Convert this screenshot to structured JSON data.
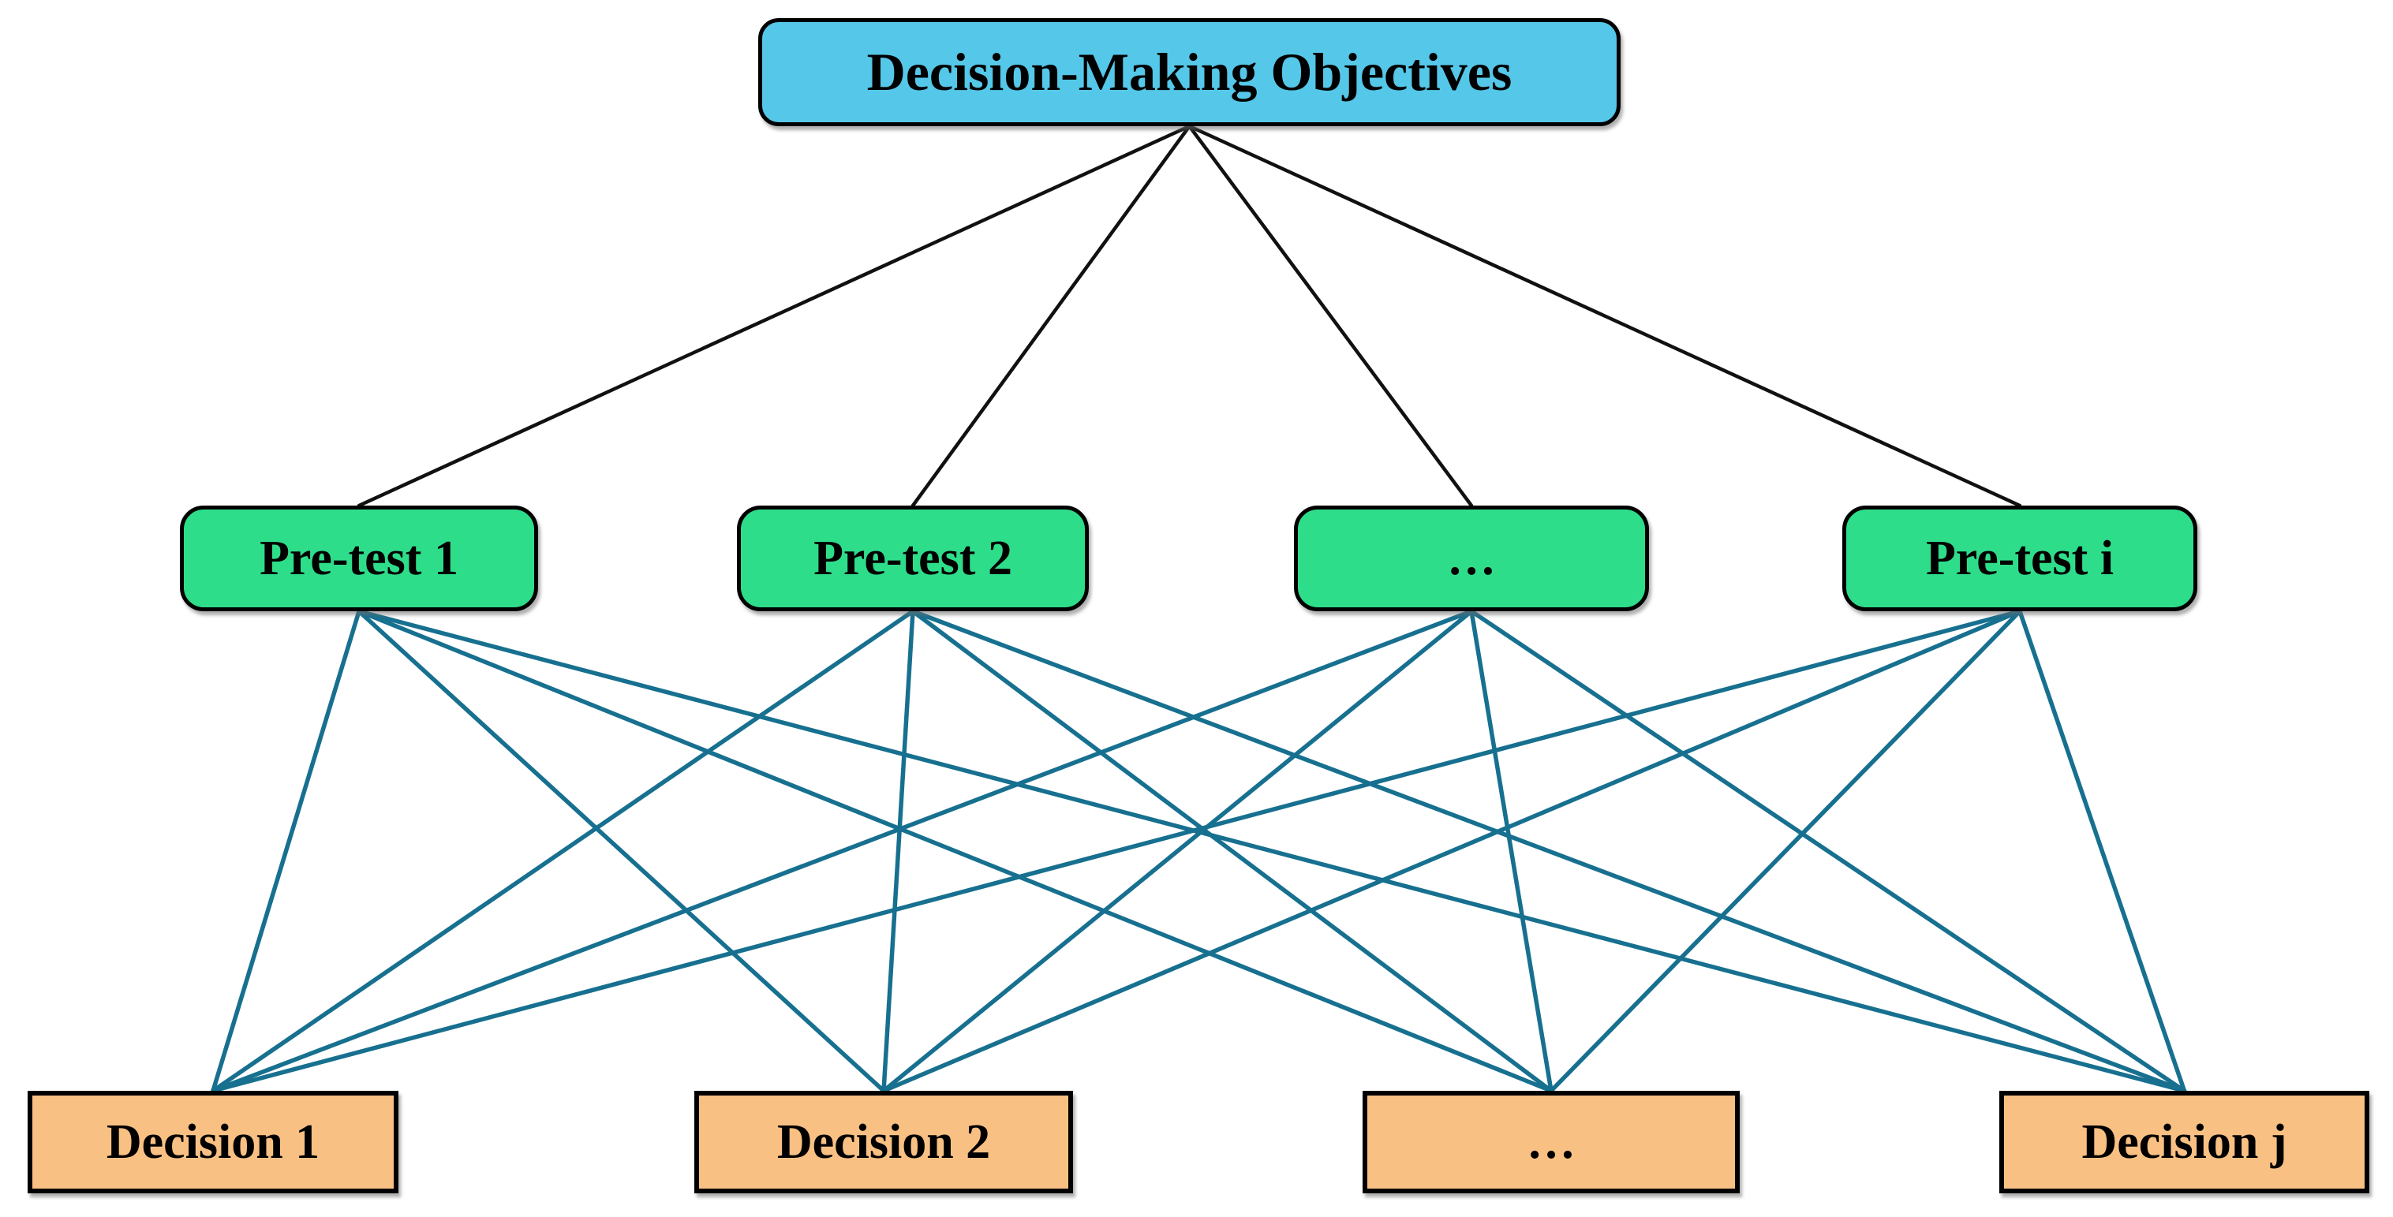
{
  "nodes": {
    "objective": {
      "label": "Decision-Making Objectives"
    },
    "pretests": [
      {
        "label": "Pre-test 1"
      },
      {
        "label": "Pre-test 2"
      },
      {
        "label": "…"
      },
      {
        "label": "Pre-test i"
      }
    ],
    "decisions": [
      {
        "label": "Decision 1"
      },
      {
        "label": "Decision 2"
      },
      {
        "label": "…"
      },
      {
        "label": "Decision j"
      }
    ]
  },
  "colors": {
    "objective_fill": "#55C7E8",
    "pretest_fill": "#2EDD8A",
    "decision_fill": "#F9C083",
    "node_border": "#000000",
    "objective_link_line": "#111111",
    "pretest_link_line": "#17708F"
  },
  "connections": {
    "objective_to_pretests": "all",
    "pretests_to_decisions": "all"
  }
}
